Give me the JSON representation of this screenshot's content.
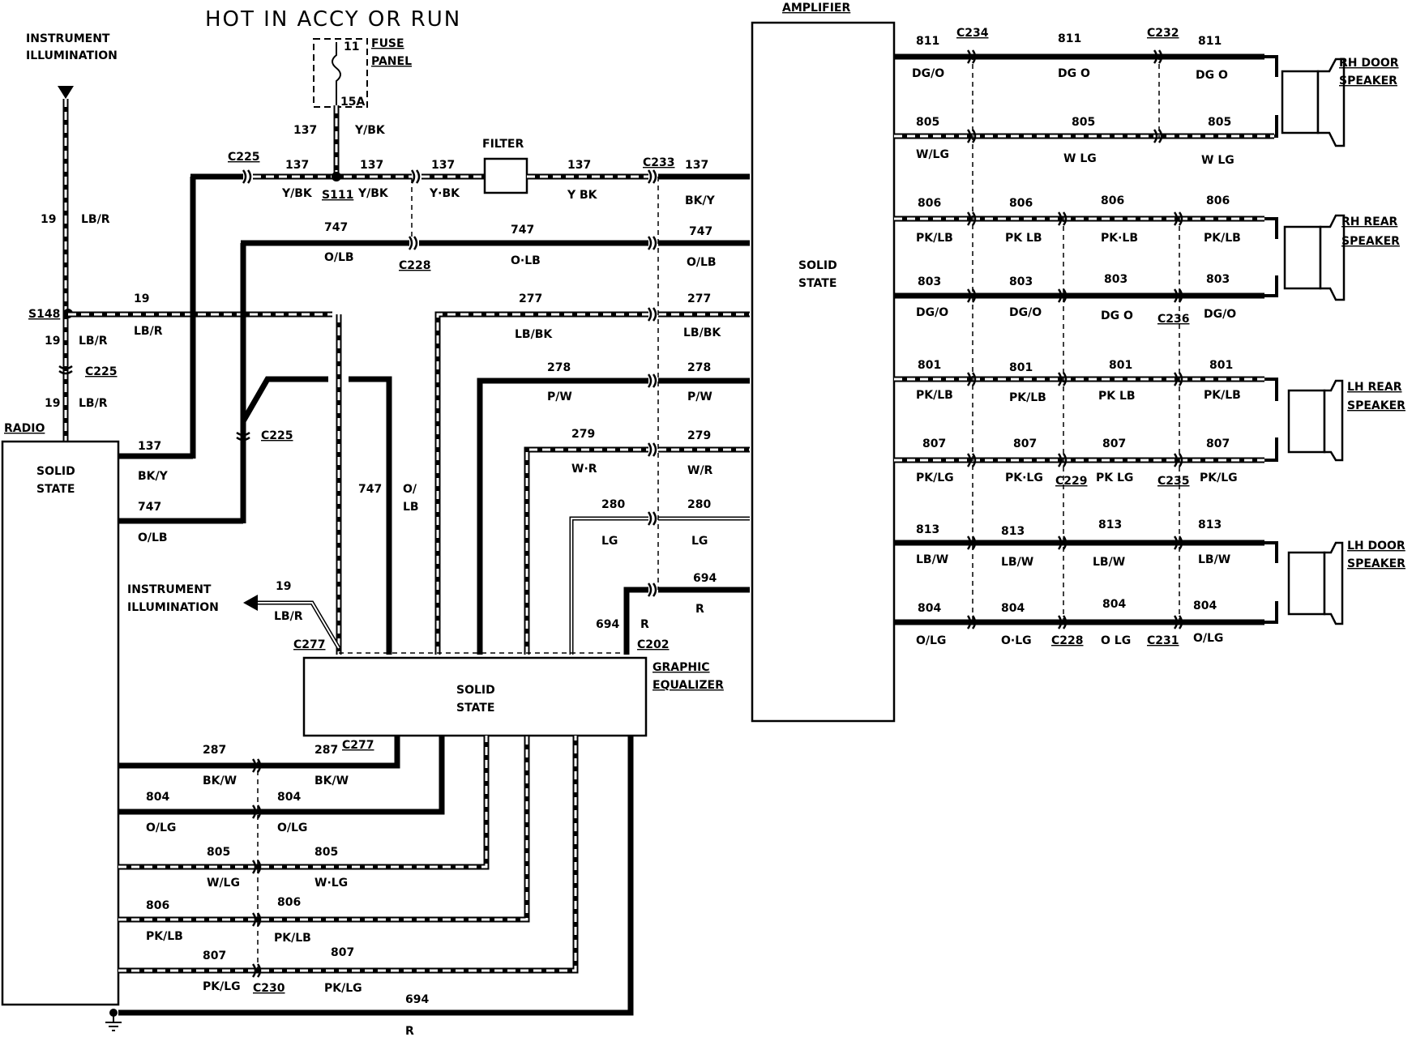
{
  "header": {
    "title": "HOT IN ACCY OR RUN"
  },
  "labels": {
    "instrument_illumination_top": [
      "INSTRUMENT",
      "ILLUMINATION"
    ],
    "instrument_illumination_mid": [
      "INSTRUMENT",
      "ILLUMINATION"
    ],
    "fuse_panel": [
      "FUSE",
      "PANEL"
    ],
    "fuse_11": "11",
    "fuse_15a": "15A",
    "filter": "FILTER",
    "amplifier": "AMPLIFIER",
    "radio": "RADIO",
    "graphic_equalizer": [
      "GRAPHIC",
      "EQUALIZER"
    ],
    "solid_state": [
      "SOLID",
      "STATE"
    ],
    "rh_door_speaker": [
      "RH DOOR",
      "SPEAKER"
    ],
    "rh_rear_speaker": [
      "RH REAR",
      "SPEAKER"
    ],
    "lh_rear_speaker": [
      "LH REAR",
      "SPEAKER"
    ],
    "lh_door_speaker": [
      "LH DOOR",
      "SPEAKER"
    ]
  },
  "connectors": {
    "c225": "C225",
    "c228": "C228",
    "c233": "C233",
    "c234": "C234",
    "c232": "C232",
    "c236": "C236",
    "c229": "C229",
    "c235": "C235",
    "c231": "C231",
    "c277": "C277",
    "c202": "C202",
    "c230": "C230",
    "s111": "S111",
    "s148": "S148"
  },
  "circuits": {
    "c19": "19",
    "c137": "137",
    "c747": "747",
    "c277": "277",
    "c278": "278",
    "c279": "279",
    "c280": "280",
    "c694": "694",
    "c287": "287",
    "c804": "804",
    "c805": "805",
    "c806": "806",
    "c807": "807",
    "c811": "811",
    "c803": "803",
    "c801": "801",
    "c813": "813"
  },
  "colors": {
    "lb_r": "LB/R",
    "y_bk": "Y/BK",
    "y_bk_dot": "Y·BK",
    "y_bk_sp": "Y BK",
    "bk_y": "BK/Y",
    "o_lb": "O/LB",
    "o_lb_dot": "O·LB",
    "o_lb_split": [
      "O/",
      "LB"
    ],
    "lb_bk": "LB/BK",
    "p_w": "P/W",
    "w_r": "W/R",
    "w_r_dot": "W·R",
    "lg": "LG",
    "r": "R",
    "bk_w": "BK/W",
    "o_lg": "O/LG",
    "o_lg_dot": "O·LG",
    "o_lg_sp": "O LG",
    "w_lg": "W/LG",
    "w_lg_dot": "W·LG",
    "w_lg_sp": "W LG",
    "pk_lb": "PK/LB",
    "pk_lb_sp": "PK LB",
    "pk_lb_dot": "PK·LB",
    "pk_lg": "PK/LG",
    "pk_lg_dot": "PK·LG",
    "pk_lg_sp": "PK LG",
    "dg_o": "DG/O",
    "dg_o_dot": "DG·O",
    "dg_o_sp": "DG O",
    "lb_w": "LB/W"
  }
}
